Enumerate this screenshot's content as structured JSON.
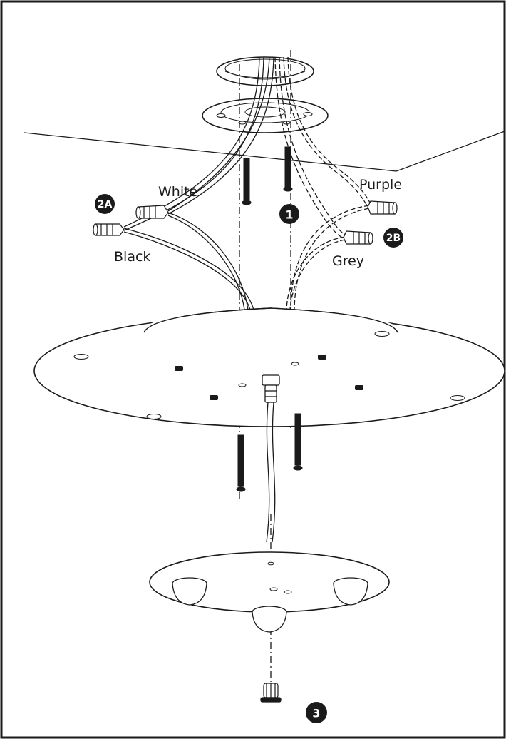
{
  "wire_labels": {
    "white": "White",
    "black": "Black",
    "purple": "Purple",
    "grey": "Grey"
  },
  "steps": {
    "s1": "1",
    "s2a": "2A",
    "s2b": "2B",
    "s3": "3"
  },
  "colors": {
    "line": "#1a1a1a",
    "background": "#ffffff",
    "badge": "#1a1a1a"
  }
}
